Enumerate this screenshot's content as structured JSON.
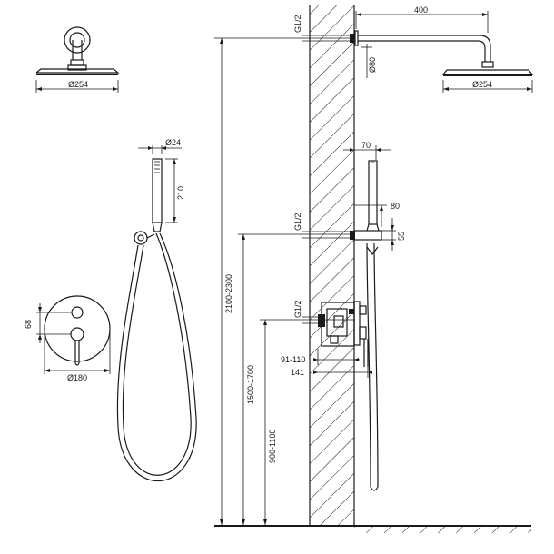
{
  "labels": {
    "head_diameter_left": "Ø254",
    "handshower_diameter": "Ø24",
    "handshower_length": "210",
    "valve_offset": "68",
    "valve_diameter": "Ø180",
    "total_height": "2100-2300",
    "handshower_mount_height": "1500-1700",
    "valve_height": "900-1100",
    "arm_length": "400",
    "thread_top": "G1/2",
    "arm_diameter": "Ø80",
    "head_diameter_right": "Ø254",
    "holder_projection": "70",
    "holder_width": "80",
    "holder_height": "55",
    "thread_middle": "G1/2",
    "thread_bottom": "G1/2",
    "valve_depth_range": "91-110",
    "valve_projection": "141"
  },
  "colors": {
    "line": "#1a1a1a",
    "background": "#ffffff"
  }
}
